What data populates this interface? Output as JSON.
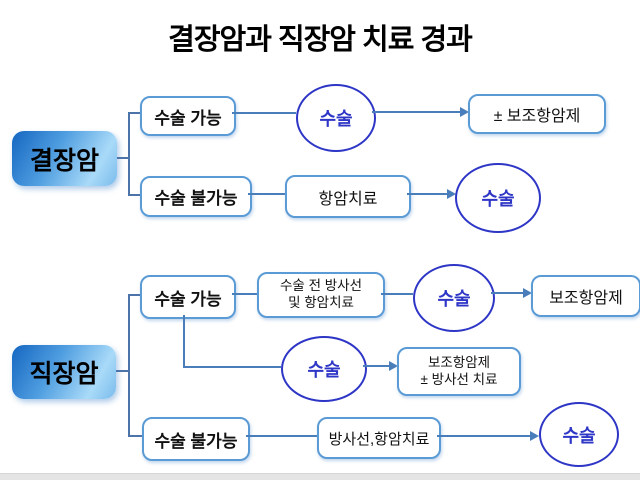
{
  "title": "결장암과 직장암 치료 경과",
  "colors": {
    "accent_line": "#4a7ebb",
    "circle_blue": "#2e36c6",
    "node_border": "#5b9bd5",
    "category_gradient_start": "#1566c1",
    "category_gradient_end": "#7abbec",
    "footer_bar": "#e4e4e4"
  },
  "colon": {
    "label": "결장암",
    "operable": "수술 가능",
    "operable_circle": "수술",
    "operable_result": "± 보조항암제",
    "inoperable": "수술 불가능",
    "inoperable_mid": "항암치료",
    "inoperable_circle": "수술"
  },
  "rectal": {
    "label": "직장암",
    "operable": "수술 가능",
    "pre_op_mid": "수술 전 방사선\n및 항암치료",
    "pre_op_circle": "수술",
    "pre_op_result": "보조항암제",
    "direct_circle": "수술",
    "direct_result": "보조항암제\n± 방사선 치료",
    "inoperable": "수술 불가능",
    "inoperable_mid": "방사선,항암치료",
    "inoperable_circle": "수술"
  }
}
